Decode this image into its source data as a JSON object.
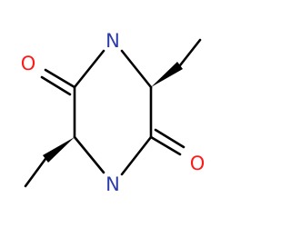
{
  "molecule": {
    "atoms": {
      "n_top": "N",
      "n_bottom": "N",
      "o_left": "O",
      "o_right": "O"
    },
    "colors": {
      "nitrogen": "#2d3da8",
      "oxygen": "#ff1a1a",
      "bond": "#000000"
    }
  }
}
